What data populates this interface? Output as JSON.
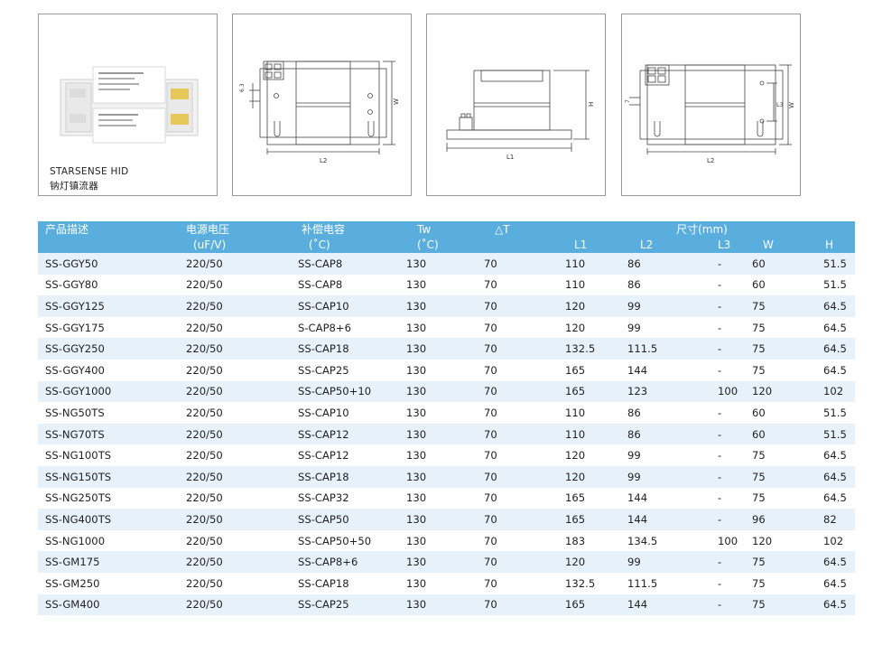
{
  "caption": {
    "line1": "STARSENSE  HID",
    "line2": "钠灯镇流器"
  },
  "drawings": {
    "top_view": {
      "height_dim": "6.3",
      "width_dim": "W",
      "length_dim": "L2"
    },
    "side_view": {
      "height_dim": "H",
      "length_dim": "L1"
    },
    "top_view_l3": {
      "height_dim": "7",
      "l3_dim": "L3",
      "width_dim": "W",
      "length_dim": "L2"
    }
  },
  "table": {
    "headers": {
      "desc": "产品描述",
      "voltage": "电源电压",
      "voltage_unit": "(uF/V)",
      "capacitor": "补偿电容",
      "capacitor_unit": "(˚C)",
      "tw": "Tw",
      "tw_unit": "(˚C)",
      "delta_t": "△T",
      "size": "尺寸(mm)",
      "l1": "L1",
      "l2": "L2",
      "l3": "L3",
      "w": "W",
      "h": "H"
    },
    "rows": [
      [
        "SS-GGY50",
        "220/50",
        "SS-CAP8",
        "130",
        "70",
        "110",
        "86",
        "-",
        "60",
        "51.5"
      ],
      [
        "SS-GGY80",
        "220/50",
        "SS-CAP8",
        "130",
        "70",
        "110",
        "86",
        "-",
        "60",
        "51.5"
      ],
      [
        "SS-GGY125",
        "220/50",
        "SS-CAP10",
        "130",
        "70",
        "120",
        "99",
        "-",
        "75",
        "64.5"
      ],
      [
        "SS-GGY175",
        "220/50",
        "S-CAP8+6",
        "130",
        "70",
        "120",
        "99",
        "-",
        "75",
        "64.5"
      ],
      [
        "SS-GGY250",
        "220/50",
        "SS-CAP18",
        "130",
        "70",
        "132.5",
        "111.5",
        "-",
        "75",
        "64.5"
      ],
      [
        "SS-GGY400",
        "220/50",
        "SS-CAP25",
        "130",
        "70",
        "165",
        "144",
        "-",
        "75",
        "64.5"
      ],
      [
        "SS-GGY1000",
        "220/50",
        "SS-CAP50+10",
        "130",
        "70",
        "165",
        "123",
        "100",
        "120",
        "102"
      ],
      [
        "SS-NG50TS",
        "220/50",
        "SS-CAP10",
        "130",
        "70",
        "110",
        "86",
        "-",
        "60",
        "51.5"
      ],
      [
        "SS-NG70TS",
        "220/50",
        "SS-CAP12",
        "130",
        "70",
        "110",
        "86",
        "-",
        "60",
        "51.5"
      ],
      [
        "SS-NG100TS",
        "220/50",
        "SS-CAP12",
        "130",
        "70",
        "120",
        "99",
        "-",
        "75",
        "64.5"
      ],
      [
        "SS-NG150TS",
        "220/50",
        "SS-CAP18",
        "130",
        "70",
        "120",
        "99",
        "-",
        "75",
        "64.5"
      ],
      [
        "SS-NG250TS",
        "220/50",
        "SS-CAP32",
        "130",
        "70",
        "165",
        "144",
        "-",
        "75",
        "64.5"
      ],
      [
        "SS-NG400TS",
        "220/50",
        "SS-CAP50",
        "130",
        "70",
        "165",
        "144",
        "-",
        "96",
        "82"
      ],
      [
        "SS-NG1000",
        "220/50",
        "SS-CAP50+50",
        "130",
        "70",
        "183",
        "134.5",
        "100",
        "120",
        "102"
      ],
      [
        "SS-GM175",
        "220/50",
        "SS-CAP8+6",
        "130",
        "70",
        "120",
        "99",
        "-",
        "75",
        "64.5"
      ],
      [
        "SS-GM250",
        "220/50",
        "SS-CAP18",
        "130",
        "70",
        "132.5",
        "111.5",
        "-",
        "75",
        "64.5"
      ],
      [
        "SS-GM400",
        "220/50",
        "SS-CAP25",
        "130",
        "70",
        "165",
        "144",
        "-",
        "75",
        "64.5"
      ]
    ]
  }
}
